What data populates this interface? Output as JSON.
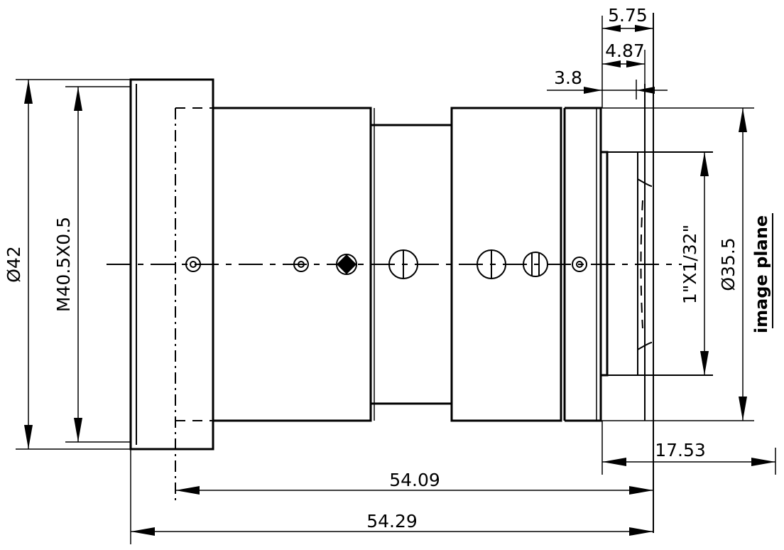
{
  "dimensions": {
    "outer_diameter": "Ø42",
    "thread": "M40.5X0.5",
    "rear_mount_diameter": "Ø35.5",
    "rear_thread": "1\"X1/32\"",
    "flange_5_75": "5.75",
    "flange_4_87": "4.87",
    "flange_3_8": "3.8",
    "back_focus": "17.53",
    "length_54_09": "54.09",
    "length_54_29": "54.29"
  },
  "labels": {
    "image_plane": "image plane"
  }
}
